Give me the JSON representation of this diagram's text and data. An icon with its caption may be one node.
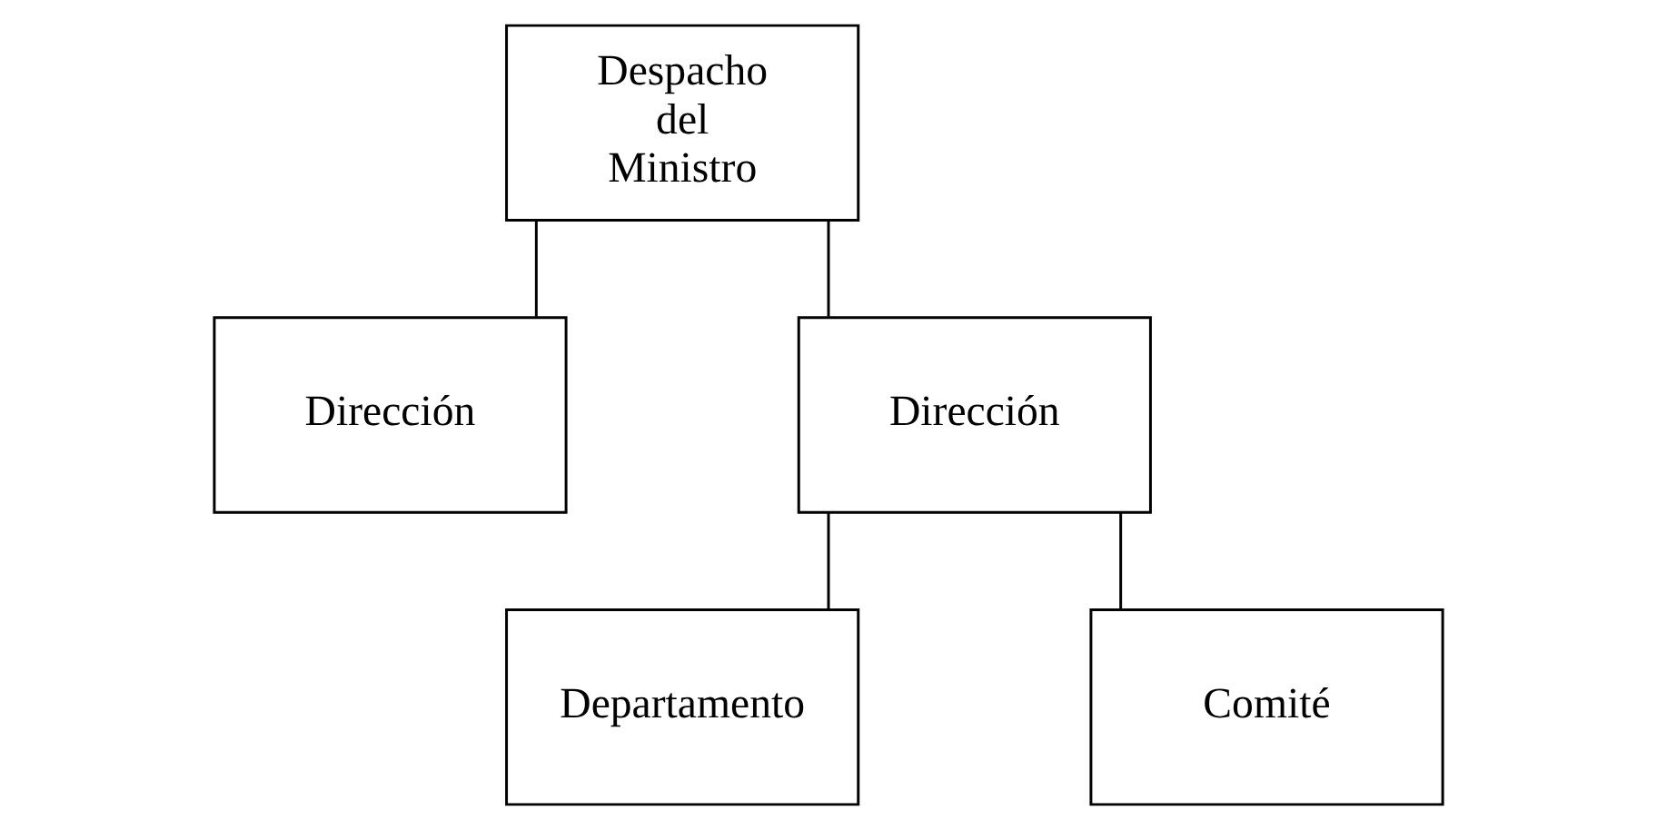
{
  "diagram": {
    "nodes": [
      {
        "text": [
          "Despacho del Ministro"
        ]
      },
      {
        "text": [
          "Dirección"
        ]
      },
      {
        "text": [
          "Dirección"
        ]
      },
      {
        "text": [
          "Departamento"
        ]
      },
      {
        "text": [
          "Comité"
        ]
      }
    ],
    "edges": [
      {
        "from": 0,
        "to": 1,
        "arrow": "none"
      },
      {
        "from": 0,
        "to": 2,
        "arrow": "none"
      },
      {
        "from": 2,
        "to": 3,
        "arrow": "none"
      },
      {
        "from": 2,
        "to": 4,
        "arrow": "none"
      }
    ]
  }
}
